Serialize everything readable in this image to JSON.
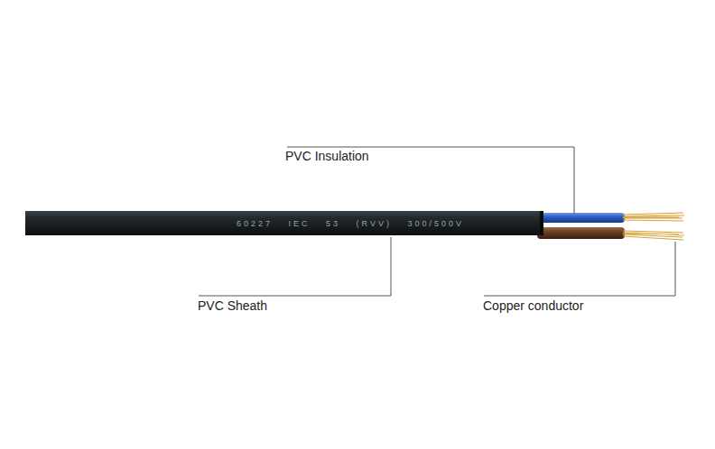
{
  "diagram": {
    "labels": [
      "PVC Insulation",
      "60227 IEC 53 (RVV) 300/500V",
      "PVC Sheath",
      "Copper conductor"
    ]
  }
}
